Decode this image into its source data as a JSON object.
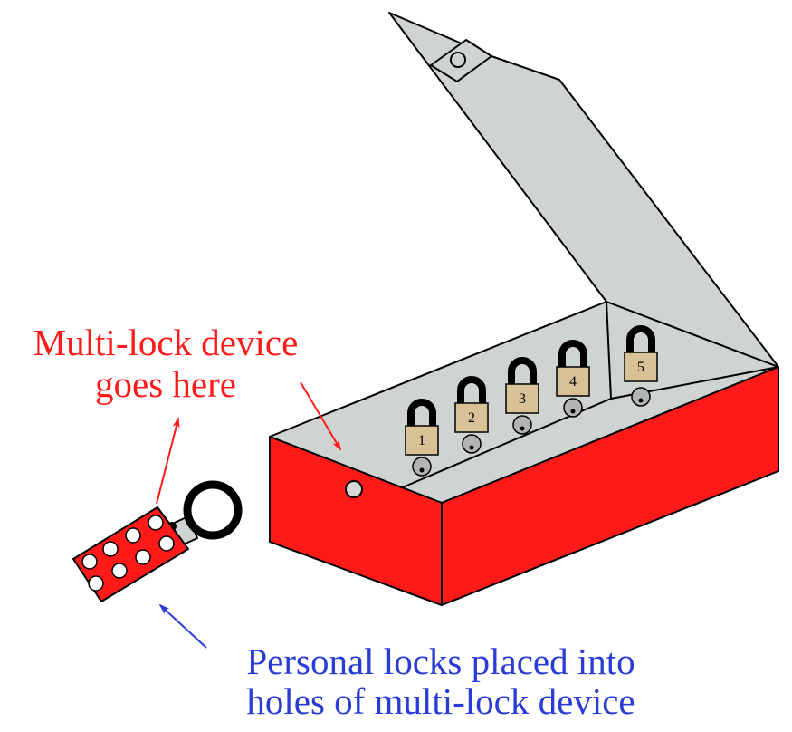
{
  "callouts": {
    "multi_lock_line1": "Multi-lock device",
    "multi_lock_line2": "goes here",
    "personal_locks_line1": "Personal locks placed into",
    "personal_locks_line2": "holes of multi-lock device"
  },
  "locks": [
    "1",
    "2",
    "3",
    "4",
    "5"
  ],
  "colors": {
    "box_red": "#ff1a1a",
    "lid_gray": "#cdd4d2",
    "lock_brass": "#d9c196",
    "shackle": "#000000",
    "key_gray": "#b3b3b3",
    "red_label": "#ff1a1a",
    "blue_label": "#2a3cd6"
  }
}
